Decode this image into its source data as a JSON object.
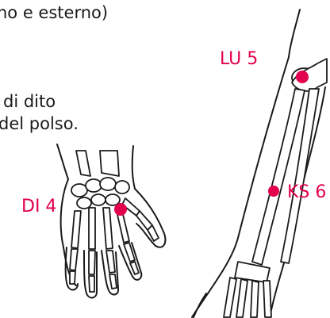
{
  "text": {
    "line1": "no e esterno)",
    "line2": "di dito",
    "line3": "del polso."
  },
  "labels": {
    "lu5": "LU 5",
    "di4": "DI 4",
    "ks6": "KS 6"
  },
  "colors": {
    "point": "#e2004f",
    "text": "#1a1a1a",
    "background": "#ffffff"
  }
}
